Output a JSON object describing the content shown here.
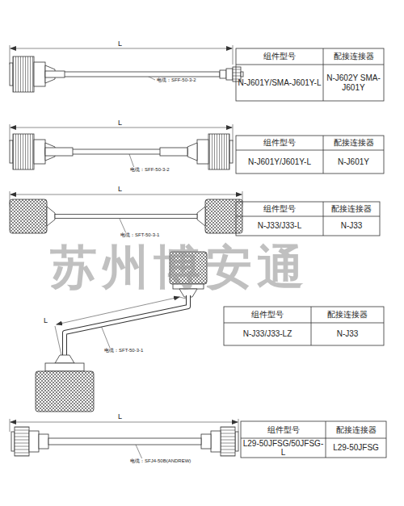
{
  "diagram": {
    "labels": [
      "L",
      "电缆：SFF-50-3-2",
      "组件型号",
      "配接连接器",
      "N-J601Y/SMA-J601Y-L",
      "N-J602Y SMA-J601Y",
      "L",
      "电缆：SFF-50-3-2",
      "组件型号",
      "配接连接器",
      "N-J601Y/J601Y-L",
      "N-J601Y",
      "L",
      "电缆：SFT-50-3-1",
      "组件型号",
      "配接连接器",
      "N-J33/J33-L",
      "N-J33",
      "L",
      "电缆：SFT-50-3-1",
      "组件型号",
      "配接连接器",
      "N-J33/J33-LZ",
      "N-J33",
      "L",
      "电缆：SFJ4-50B(ANDREW)",
      "组件型号",
      "配接连接器",
      "L29-50JFSG/50JFSG-L",
      "L29-50JFSG",
      "苏州博安通"
    ]
  }
}
